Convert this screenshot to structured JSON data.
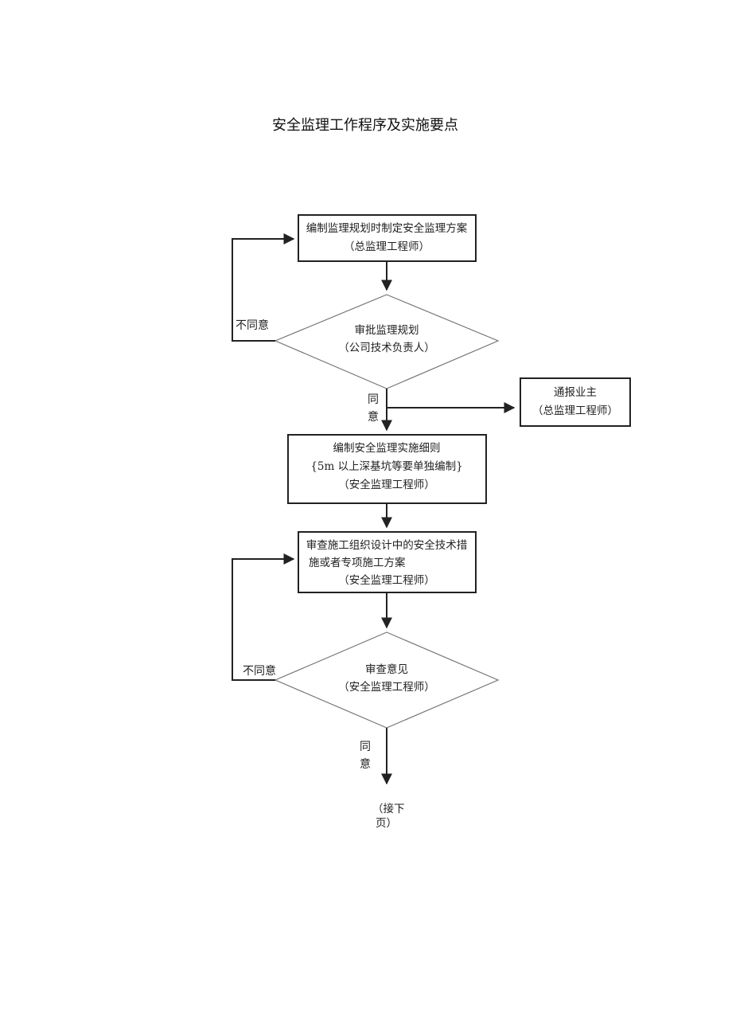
{
  "title": "安全监理工作程序及实施要点",
  "nodes": {
    "plan": {
      "line1": "编制监理规划时制定安全监理方案",
      "line2": "（总监理工程师）"
    },
    "approve_plan": {
      "line1": "审批监理规划",
      "line2": "（公司技术负责人）"
    },
    "notify_owner": {
      "line1": "通报业主",
      "line2": "（总监理工程师）"
    },
    "rules": {
      "line1": "编制安全监理实施细则",
      "line2": "{5m 以上深基坑等要单独编制}",
      "line3": "（安全监理工程师）"
    },
    "review_measures": {
      "line1": "审查施工组织设计中的安全技术措",
      "line2": "施或者专项施工方案",
      "line3": "（安全监理工程师）"
    },
    "review_opinion": {
      "line1": "审查意见",
      "line2": "（安全监理工程师）"
    }
  },
  "edges": {
    "disagree_1": "不同意",
    "agree_1_a": "同",
    "agree_1_b": "意",
    "disagree_2": "不同意",
    "agree_2_a": "同",
    "agree_2_b": "意"
  },
  "continued": {
    "line1": "（接下",
    "line2": "页）"
  }
}
